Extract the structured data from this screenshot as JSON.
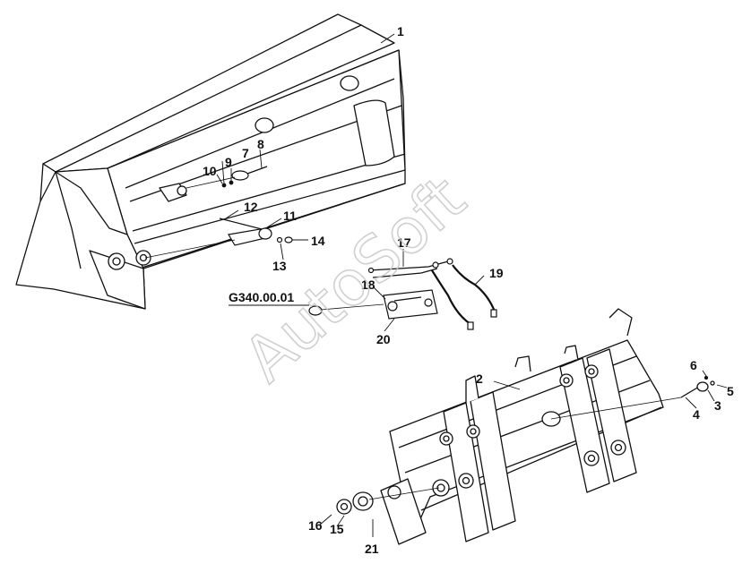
{
  "watermark": "AutoSoft",
  "assembly_code": "G340.00.01",
  "callouts": [
    "1",
    "2",
    "3",
    "4",
    "5",
    "6",
    "7",
    "8",
    "9",
    "10",
    "11",
    "12",
    "13",
    "14",
    "15",
    "16",
    "17",
    "18",
    "19",
    "20",
    "21"
  ],
  "colors": {
    "line": "#111111",
    "watermark": "#c8c8c8",
    "background": "#ffffff"
  }
}
